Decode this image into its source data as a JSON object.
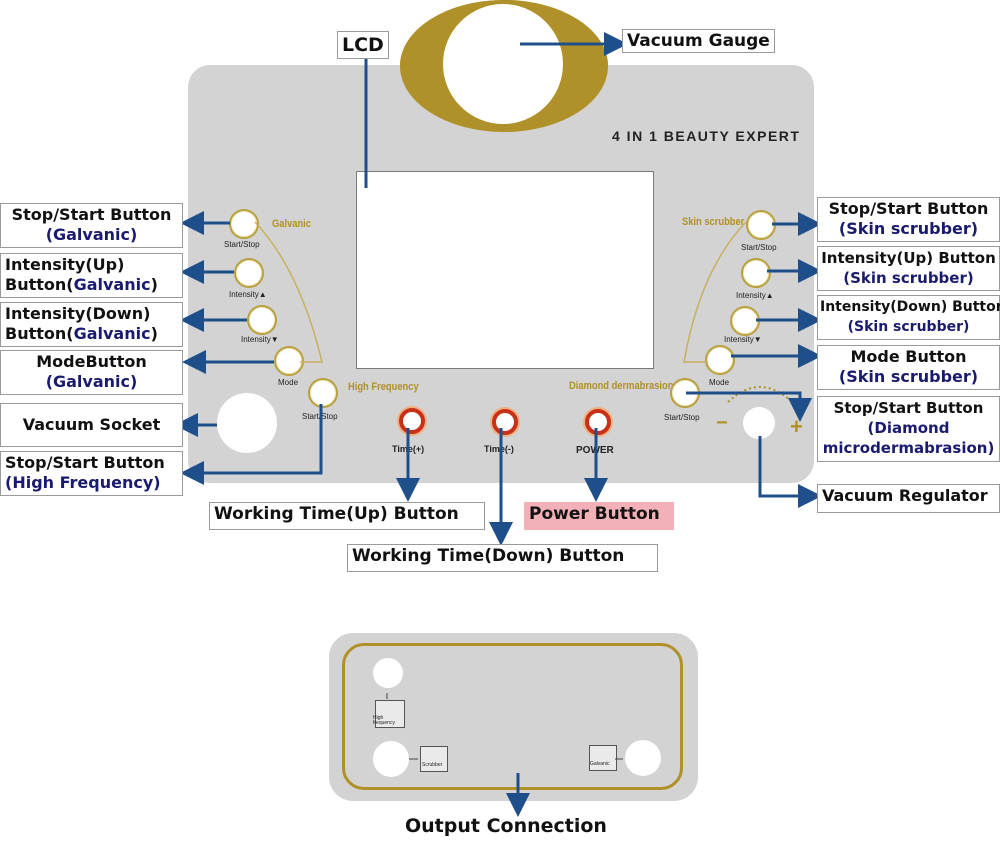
{
  "panel": {
    "brand": "4 IN 1 BEAUTY EXPERT",
    "galvanic_group": "Galvanic",
    "high_frequency_group": "High Frequency",
    "skin_scrubber_group": "Skin scrubber",
    "diamond_group": "Diamond dermabrasion",
    "start_stop": "Start/Stop",
    "intensity_up": "Intensity▲",
    "intensity_down": "Intensity▼",
    "mode": "Mode",
    "time_plus": "Time(+)",
    "time_minus": "Time(-)",
    "power": "POWER",
    "minus_sign": "−",
    "plus_sign": "+"
  },
  "callouts": {
    "lcd": "LCD",
    "vacuum_gauge": "Vacuum Gauge",
    "galvanic_stop_start_1": "Stop/Start Button",
    "galvanic_stop_start_2": "(Galvanic)",
    "galvanic_int_up_1": "Intensity(Up)",
    "galvanic_int_up_2a": "Button(",
    "galvanic_int_up_2b": "Galvanic",
    "galvanic_int_up_2c": ")",
    "galvanic_int_down_1": "Intensity(Down)",
    "galvanic_int_down_2a": "Button(",
    "galvanic_int_down_2b": "Galvanic",
    "galvanic_int_down_2c": ")",
    "galvanic_mode_1": "ModeButton",
    "galvanic_mode_2": "(Galvanic)",
    "vacuum_socket": "Vacuum Socket",
    "hf_stop_start_1": "Stop/Start Button",
    "hf_stop_start_2": "(High Frequency)",
    "working_time_up": "Working Time(Up) Button",
    "working_time_down": "Working Time(Down) Button",
    "power_button": "Power Button",
    "ss_stop_start_1": "Stop/Start Button",
    "ss_stop_start_2": "(Skin scrubber)",
    "ss_int_up_1": "Intensity(Up) Button",
    "ss_int_up_2": "(Skin scrubber)",
    "ss_int_down_1": "Intensity(Down) Button",
    "ss_int_down_2": "(Skin scrubber)",
    "ss_mode_1": "Mode Button",
    "ss_mode_2": "(Skin scrubber)",
    "diamond_stop_start_1": "Stop/Start Button",
    "diamond_stop_start_2": "(Diamond",
    "diamond_stop_start_3": "microdermabrasion)",
    "vacuum_regulator": "Vacuum Regulator",
    "output_connection": "Output Connection"
  },
  "output_panel": {
    "high_frequency": "High frequency",
    "scrubber": "Scrubber",
    "galvanic": "Galvanic"
  },
  "colors": {
    "panel_gray": "#d3d3d3",
    "gold": "#b09028",
    "callout_blue": "#1f4f8a",
    "power_red": "#c83018",
    "power_label_pink": "#f2b0b8"
  }
}
